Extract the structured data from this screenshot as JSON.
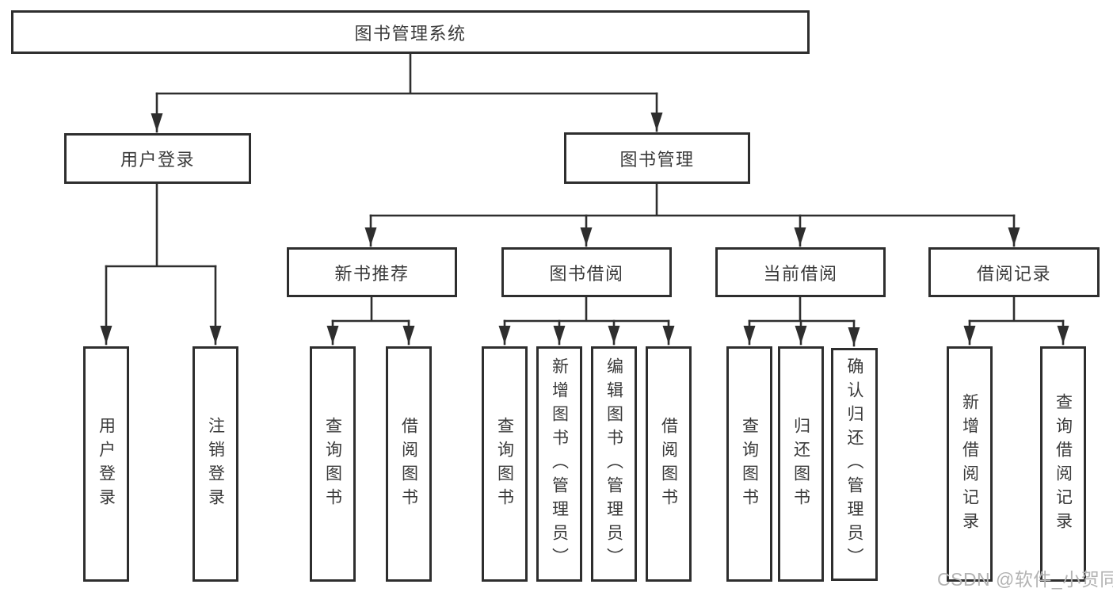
{
  "colors": {
    "line": "#2e2e2e",
    "box_fill": "#ffffff",
    "text": "#3a3a3a",
    "watermark": "#b3b3b3",
    "background": "#ffffff"
  },
  "tree": {
    "label": "图书管理系统",
    "children": [
      {
        "label": "用户登录",
        "children": [
          {
            "label": "用户登录"
          },
          {
            "label": "注销登录"
          }
        ]
      },
      {
        "label": "图书管理",
        "children": [
          {
            "label": "新书推荐",
            "children": [
              {
                "label": "查询图书"
              },
              {
                "label": "借阅图书"
              }
            ]
          },
          {
            "label": "图书借阅",
            "children": [
              {
                "label": "查询图书"
              },
              {
                "label": "新增图书（管理员）"
              },
              {
                "label": "编辑图书（管理员）"
              },
              {
                "label": "借阅图书"
              }
            ]
          },
          {
            "label": "当前借阅",
            "children": [
              {
                "label": "查询图书"
              },
              {
                "label": "归还图书"
              },
              {
                "label": "确认归还（管理员）"
              }
            ]
          },
          {
            "label": "借阅记录",
            "children": [
              {
                "label": "新增借阅记录"
              },
              {
                "label": "查询借阅记录"
              }
            ]
          }
        ]
      }
    ]
  },
  "watermark": {
    "text": "CSDN @软件_小贺同学"
  }
}
